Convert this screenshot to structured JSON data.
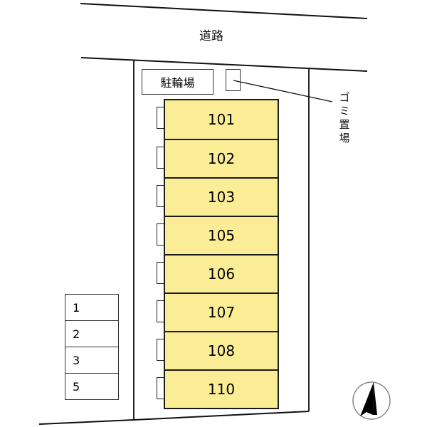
{
  "road": {
    "label": "道路"
  },
  "bicycle_parking": {
    "label": "駐輪場"
  },
  "trash_area": {
    "label": "ゴミ置場",
    "chars": [
      "ゴ",
      "ミ",
      "置",
      "場"
    ]
  },
  "units": [
    {
      "number": "101"
    },
    {
      "number": "102"
    },
    {
      "number": "103"
    },
    {
      "number": "105"
    },
    {
      "number": "106"
    },
    {
      "number": "107"
    },
    {
      "number": "108"
    },
    {
      "number": "110"
    }
  ],
  "parking_spaces": [
    {
      "number": "1"
    },
    {
      "number": "2"
    },
    {
      "number": "3"
    },
    {
      "number": "5"
    }
  ],
  "compass": {
    "direction": "north"
  },
  "colors": {
    "unit_fill": "#faed96",
    "line": "#1a1a1a"
  }
}
